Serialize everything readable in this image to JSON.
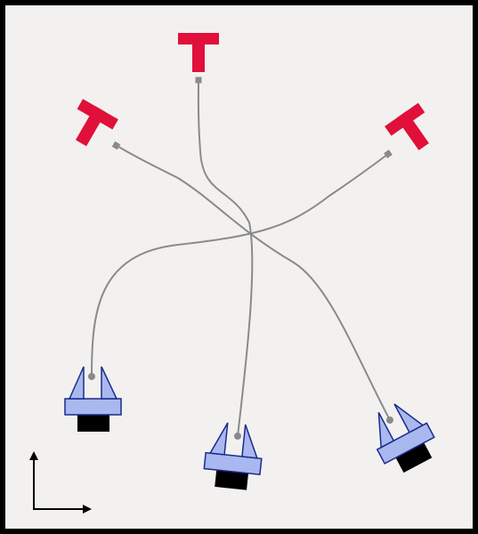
{
  "colors": {
    "frame_border": "#000000",
    "background": "#f3f1f0",
    "target_red": "#e0103a",
    "trajectory_gray": "#8a8a8a",
    "robot_fill": "#a9b9ef",
    "robot_outline": "#1b2a8c",
    "robot_base": "#000000",
    "axis_black": "#000000"
  },
  "diagram": {
    "type": "multi-robot-trajectories",
    "targets": [
      {
        "id": "target-left",
        "shape": "T-marker",
        "color": "#e0103a",
        "icon": "t-target-icon"
      },
      {
        "id": "target-center",
        "shape": "T-marker",
        "color": "#e0103a",
        "icon": "t-target-icon"
      },
      {
        "id": "target-right",
        "shape": "T-marker",
        "color": "#e0103a",
        "icon": "t-target-icon"
      }
    ],
    "robots": [
      {
        "id": "robot-left",
        "icon": "gripper-robot-icon"
      },
      {
        "id": "robot-center",
        "icon": "gripper-robot-icon"
      },
      {
        "id": "robot-right",
        "icon": "gripper-robot-icon"
      }
    ],
    "paths": [
      {
        "from": "robot-left",
        "to": "target-right"
      },
      {
        "from": "robot-center",
        "to": "target-center"
      },
      {
        "from": "robot-right",
        "to": "target-left"
      }
    ],
    "axes": {
      "icon": "axis-arrows-icon",
      "x_direction": "right",
      "y_direction": "up"
    }
  }
}
